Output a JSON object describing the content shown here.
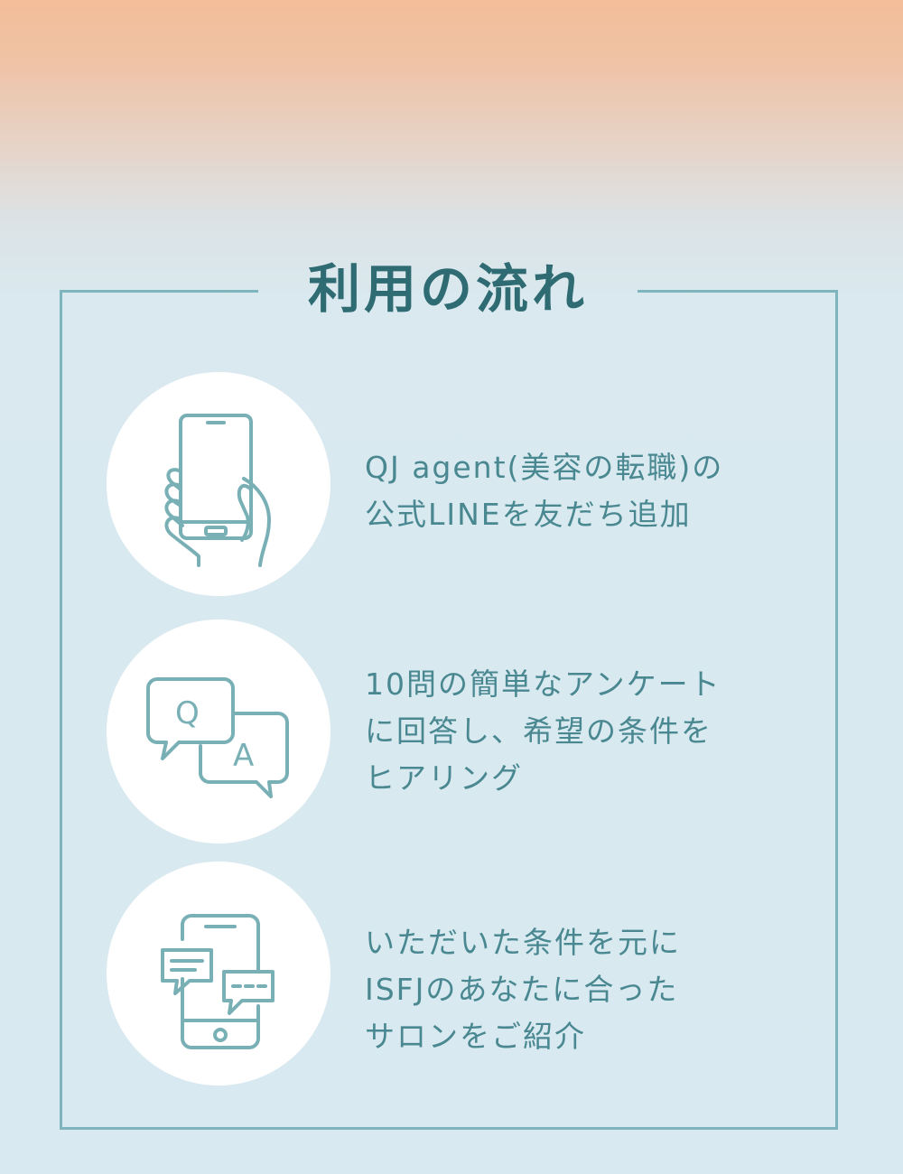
{
  "section": {
    "title": "利用の流れ"
  },
  "steps": [
    {
      "icon": "smartphone-hand-icon",
      "lines": [
        "QJ agent(美容の転職)の",
        "公式LINEを友だち追加"
      ]
    },
    {
      "icon": "qa-chat-icon",
      "letter_q": "Q",
      "letter_a": "A",
      "lines": [
        "10問の簡単なアンケート",
        "に回答し、希望の条件を",
        "ヒアリング"
      ]
    },
    {
      "icon": "phone-chat-icon",
      "lines": [
        "いただいた条件を元に",
        "ISFJのあなたに合った",
        "サロンをご紹介"
      ]
    }
  ],
  "colors": {
    "title": "#2e6b72",
    "text": "#4a8891",
    "line": "#7eb4bb",
    "icon": "#79b0b6"
  }
}
